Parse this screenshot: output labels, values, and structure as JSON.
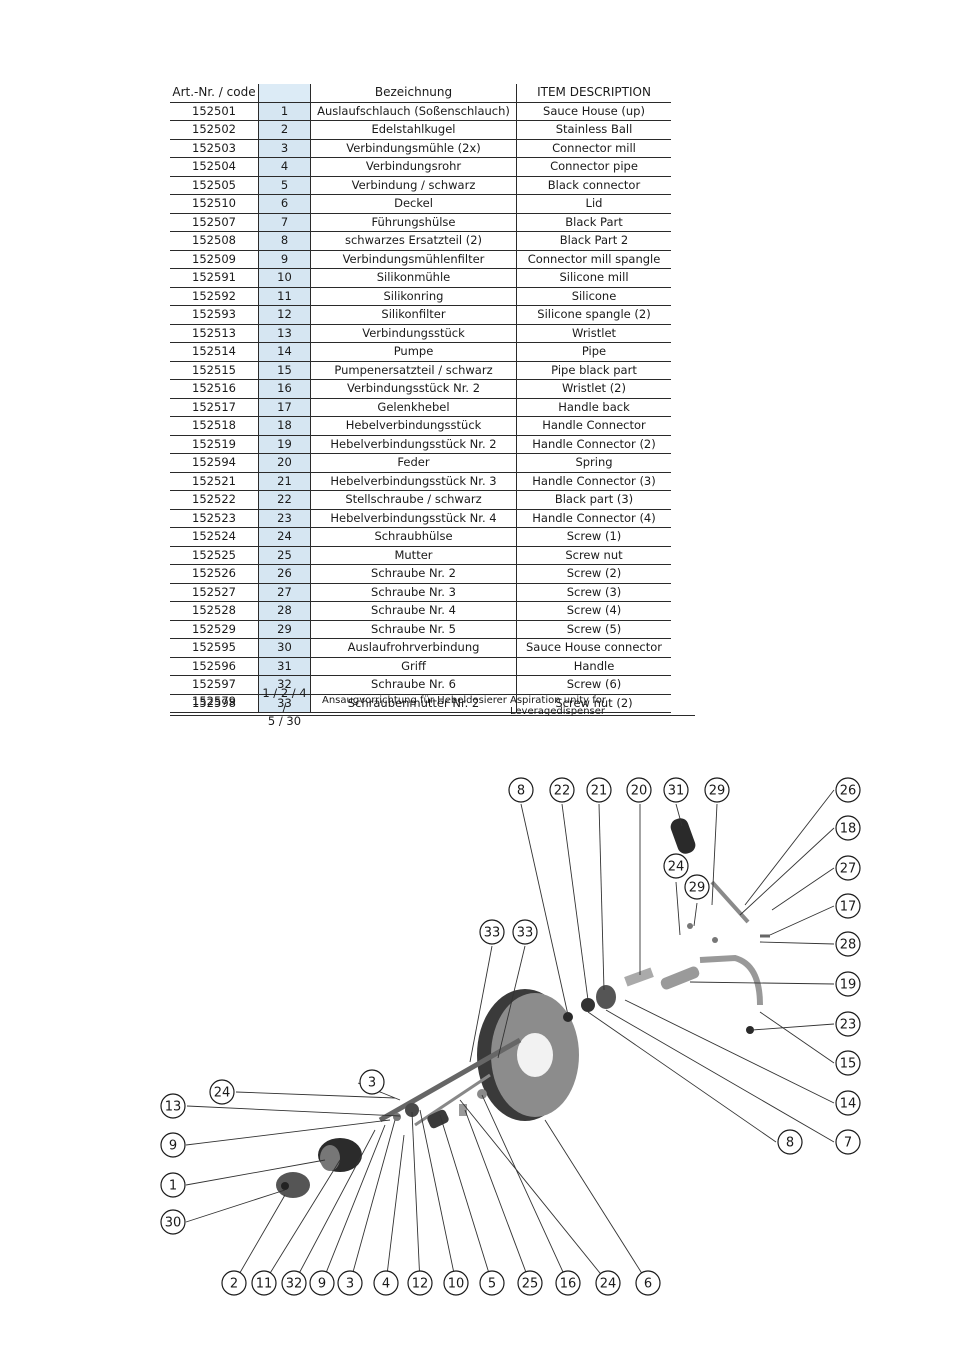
{
  "table": {
    "headers": {
      "code": "Art.-Nr. / code",
      "position": "",
      "de": "Bezeichnung",
      "en": "ITEM DESCRIPTION"
    },
    "rows": [
      {
        "code": "152501",
        "pos": "1",
        "de": "Auslaufschlauch (Soßenschlauch)",
        "en": "Sauce House (up)"
      },
      {
        "code": "152502",
        "pos": "2",
        "de": "Edelstahlkugel",
        "en": "Stainless Ball"
      },
      {
        "code": "152503",
        "pos": "3",
        "de": "Verbindungsmühle (2x)",
        "en": "Connector mill"
      },
      {
        "code": "152504",
        "pos": "4",
        "de": "Verbindungsrohr",
        "en": "Connector pipe"
      },
      {
        "code": "152505",
        "pos": "5",
        "de": "Verbindung / schwarz",
        "en": "Black connector"
      },
      {
        "code": "152510",
        "pos": "6",
        "de": "Deckel",
        "en": "Lid"
      },
      {
        "code": "152507",
        "pos": "7",
        "de": "Führungshülse",
        "en": "Black Part"
      },
      {
        "code": "152508",
        "pos": "8",
        "de": "schwarzes Ersatzteil (2)",
        "en": "Black Part 2"
      },
      {
        "code": "152509",
        "pos": "9",
        "de": "Verbindungsmühlenfilter",
        "en": "Connector mill spangle"
      },
      {
        "code": "152591",
        "pos": "10",
        "de": "Silikonmühle",
        "en": "Silicone mill"
      },
      {
        "code": "152592",
        "pos": "11",
        "de": "Silikonring",
        "en": "Silicone"
      },
      {
        "code": "152593",
        "pos": "12",
        "de": "Silikonfilter",
        "en": "Silicone spangle (2)"
      },
      {
        "code": "152513",
        "pos": "13",
        "de": "Verbindungsstück",
        "en": "Wristlet"
      },
      {
        "code": "152514",
        "pos": "14",
        "de": "Pumpe",
        "en": "Pipe"
      },
      {
        "code": "152515",
        "pos": "15",
        "de": "Pumpenersatzteil / schwarz",
        "en": "Pipe black part"
      },
      {
        "code": "152516",
        "pos": "16",
        "de": "Verbindungsstück Nr. 2",
        "en": "Wristlet (2)"
      },
      {
        "code": "152517",
        "pos": "17",
        "de": "Gelenkhebel",
        "en": "Handle back"
      },
      {
        "code": "152518",
        "pos": "18",
        "de": "Hebelverbindungsstück",
        "en": "Handle Connector"
      },
      {
        "code": "152519",
        "pos": "19",
        "de": "Hebelverbindungsstück Nr. 2",
        "en": "Handle Connector (2)"
      },
      {
        "code": "152594",
        "pos": "20",
        "de": "Feder",
        "en": "Spring"
      },
      {
        "code": "152521",
        "pos": "21",
        "de": "Hebelverbindungsstück Nr. 3",
        "en": "Handle Connector (3)"
      },
      {
        "code": "152522",
        "pos": "22",
        "de": "Stellschraube / schwarz",
        "en": "Black part (3)"
      },
      {
        "code": "152523",
        "pos": "23",
        "de": "Hebelverbindungsstück Nr. 4",
        "en": "Handle Connector (4)"
      },
      {
        "code": "152524",
        "pos": "24",
        "de": "Schraubhülse",
        "en": "Screw (1)"
      },
      {
        "code": "152525",
        "pos": "25",
        "de": "Mutter",
        "en": "Screw nut"
      },
      {
        "code": "152526",
        "pos": "26",
        "de": "Schraube Nr. 2",
        "en": "Screw (2)"
      },
      {
        "code": "152527",
        "pos": "27",
        "de": "Schraube Nr. 3",
        "en": "Screw (3)"
      },
      {
        "code": "152528",
        "pos": "28",
        "de": "Schraube Nr. 4",
        "en": "Screw (4)"
      },
      {
        "code": "152529",
        "pos": "29",
        "de": "Schraube Nr. 5",
        "en": "Screw (5)"
      },
      {
        "code": "152595",
        "pos": "30",
        "de": "Auslaufrohrverbindung",
        "en": "Sauce House connector"
      },
      {
        "code": "152596",
        "pos": "31",
        "de": "Griff",
        "en": "Handle"
      },
      {
        "code": "152597",
        "pos": "32",
        "de": "Schraube Nr. 6",
        "en": "Screw (6)"
      },
      {
        "code": "152598",
        "pos": "33",
        "de": "Schraubenmutter Nr. 2",
        "en": "Screw nut (2)"
      }
    ],
    "footer": {
      "code": "152579",
      "pos": "1 / 2 / 4 /\n5 / 30",
      "de": "Ansaugvorrichtung für Hebeldosierer",
      "en": "Aspiration unity for Leveragedispenser"
    }
  },
  "diagram": {
    "callouts": [
      "8",
      "22",
      "21",
      "20",
      "31",
      "29",
      "26",
      "18",
      "24",
      "29",
      "27",
      "17",
      "33",
      "33",
      "28",
      "19",
      "23",
      "15",
      "3",
      "24",
      "13",
      "14",
      "9",
      "8",
      "7",
      "1",
      "30",
      "2",
      "11",
      "32",
      "9",
      "3",
      "4",
      "12",
      "10",
      "5",
      "25",
      "16",
      "24",
      "6"
    ]
  }
}
